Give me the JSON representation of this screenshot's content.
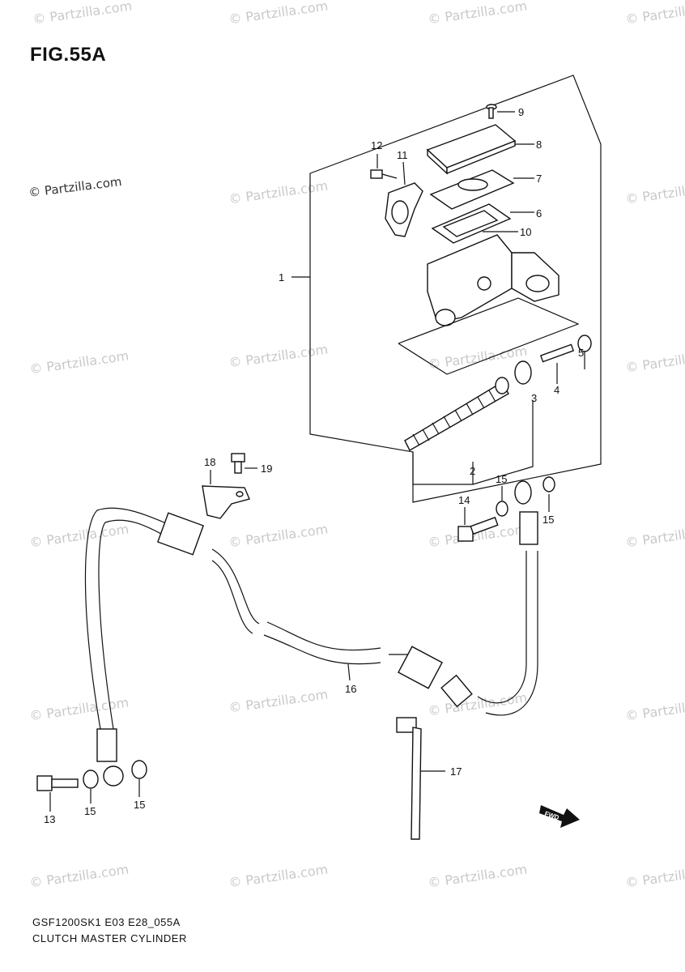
{
  "title": "FIG.55A",
  "watermark": "© Partzilla.com",
  "diagram_code": "GSF1200SK1 E03 E28_055A",
  "caption": "CLUTCH MASTER CYLINDER",
  "fwd_label": "FWD",
  "callouts": {
    "c1": "1",
    "c2": "2",
    "c3": "3",
    "c4": "4",
    "c5": "5",
    "c6": "6",
    "c7": "7",
    "c8": "8",
    "c9": "9",
    "c10": "10",
    "c11": "11",
    "c12": "12",
    "c13": "13",
    "c14": "14",
    "c15a": "15",
    "c15b": "15",
    "c15c": "15",
    "c15d": "15",
    "c16": "16",
    "c17": "17",
    "c18": "18",
    "c19": "19"
  }
}
